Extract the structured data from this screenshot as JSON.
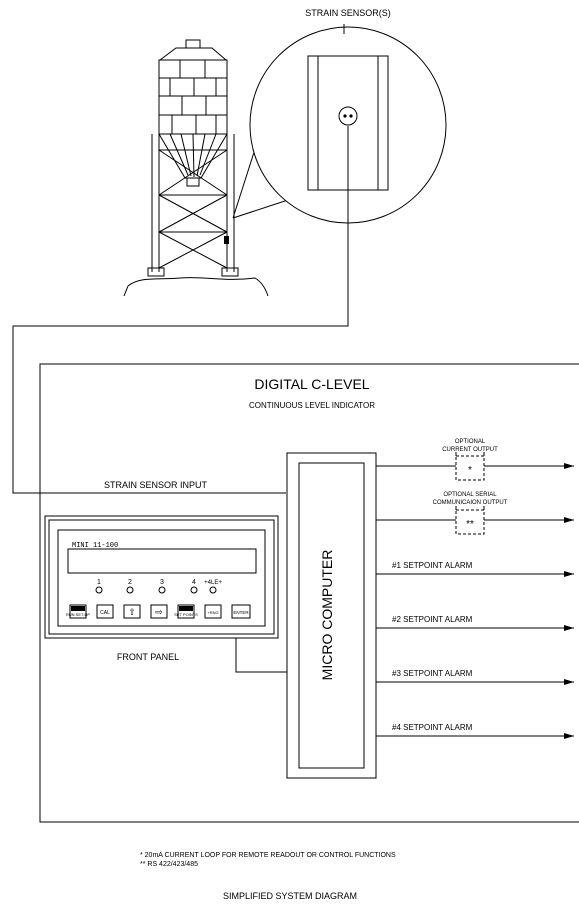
{
  "title": "SIMPLIFIED SYSTEM DIAGRAM",
  "sensor_label": "STRAIN SENSOR(S)",
  "system": {
    "name": "DIGITAL C-LEVEL",
    "subtitle": "CONTINUOUS LEVEL INDICATOR"
  },
  "input_label": "STRAIN SENSOR INPUT",
  "computer_label": "MICRO COMPUTER",
  "front_panel": {
    "label": "FRONT PANEL",
    "model": "MINI 11-100",
    "led_labels": [
      "1",
      "2",
      "3",
      "4",
      "+4LE+"
    ],
    "buttons": [
      "RUN SET-UP",
      "CAL",
      "⇧",
      "⇨",
      "SET POINTS",
      "+RNG",
      "ENTER"
    ]
  },
  "outputs": {
    "current": {
      "label_1": "OPTIONAL",
      "label_2": "CURRENT OUTPUT",
      "mark": "*"
    },
    "serial": {
      "label_1": "OPTIONAL SERIAL",
      "label_2": "COMMUNICAION OUTPUT",
      "mark": "**"
    },
    "alarms": [
      "#1 SETPOINT ALARM",
      "#2 SETPOINT ALARM",
      "#3 SETPOINT ALARM",
      "#4 SETPOINT ALARM"
    ]
  },
  "footnotes": [
    "* 20mA CURRENT LOOP FOR REMOTE READOUT OR CONTROL FUNCTIONS",
    "** RS 422/423/485"
  ]
}
